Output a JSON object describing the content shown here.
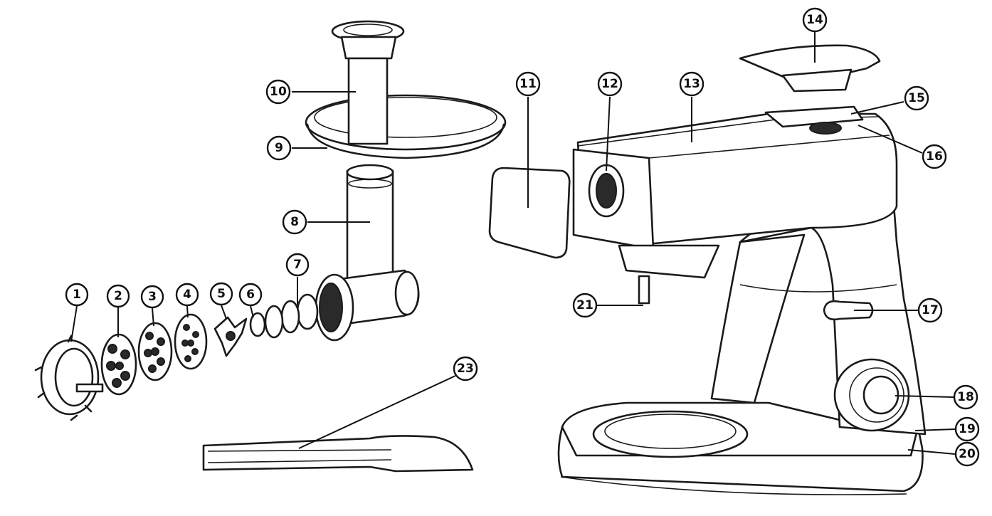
{
  "diagram": {
    "type": "exploded-parts-diagram",
    "colors": {
      "stroke": "#1a1a1a",
      "background": "#ffffff"
    },
    "callouts": [
      {
        "id": "c1",
        "label": "1"
      },
      {
        "id": "c2",
        "label": "2"
      },
      {
        "id": "c3",
        "label": "3"
      },
      {
        "id": "c4",
        "label": "4"
      },
      {
        "id": "c5",
        "label": "5"
      },
      {
        "id": "c6",
        "label": "6"
      },
      {
        "id": "c7",
        "label": "7"
      },
      {
        "id": "c8",
        "label": "8"
      },
      {
        "id": "c9",
        "label": "9"
      },
      {
        "id": "c10",
        "label": "10"
      },
      {
        "id": "c11",
        "label": "11"
      },
      {
        "id": "c12",
        "label": "12"
      },
      {
        "id": "c13",
        "label": "13"
      },
      {
        "id": "c14",
        "label": "14"
      },
      {
        "id": "c15",
        "label": "15"
      },
      {
        "id": "c16",
        "label": "16"
      },
      {
        "id": "c17",
        "label": "17"
      },
      {
        "id": "c18",
        "label": "18"
      },
      {
        "id": "c19",
        "label": "19"
      },
      {
        "id": "c20",
        "label": "20"
      },
      {
        "id": "c21",
        "label": "21"
      },
      {
        "id": "c23",
        "label": "23"
      }
    ]
  }
}
